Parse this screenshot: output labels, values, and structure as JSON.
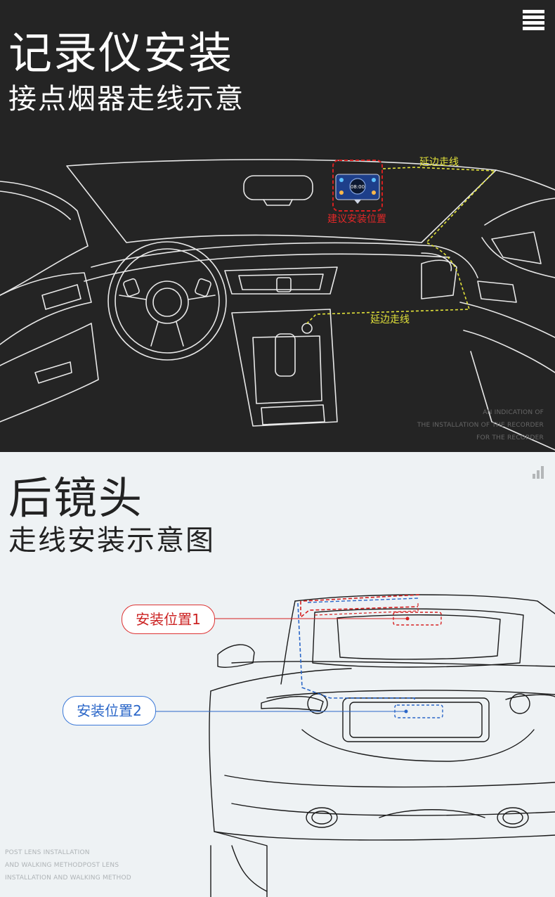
{
  "top_section": {
    "title": "记录仪安装",
    "subtitle": "接点烟器走线示意",
    "label_route_top": "延边走线",
    "label_route_bottom": "延边走线",
    "label_suggest": "建议安装位置",
    "device_screen_time": "08:00",
    "en_caption": [
      "AN INDICATION OF",
      "THE INSTALLATION OF THE RECORDER",
      "FOR THE RECORDER"
    ]
  },
  "bottom_section": {
    "title": "后镜头",
    "subtitle": "走线安装示意图",
    "position_1": "安装位置1",
    "position_2": "安装位置2",
    "en_caption": [
      "POST LENS INSTALLATION",
      "AND WALKING METHODPOST LENS",
      "INSTALLATION AND WALKING METHOD"
    ]
  },
  "colors": {
    "dark_bg": "#242424",
    "light_bg": "#eef2f4",
    "route_yellow": "#e2e23a",
    "marker_red": "#d62020",
    "marker_blue": "#2a66c8"
  },
  "icons": [
    "menu-icon",
    "signal-icon"
  ]
}
